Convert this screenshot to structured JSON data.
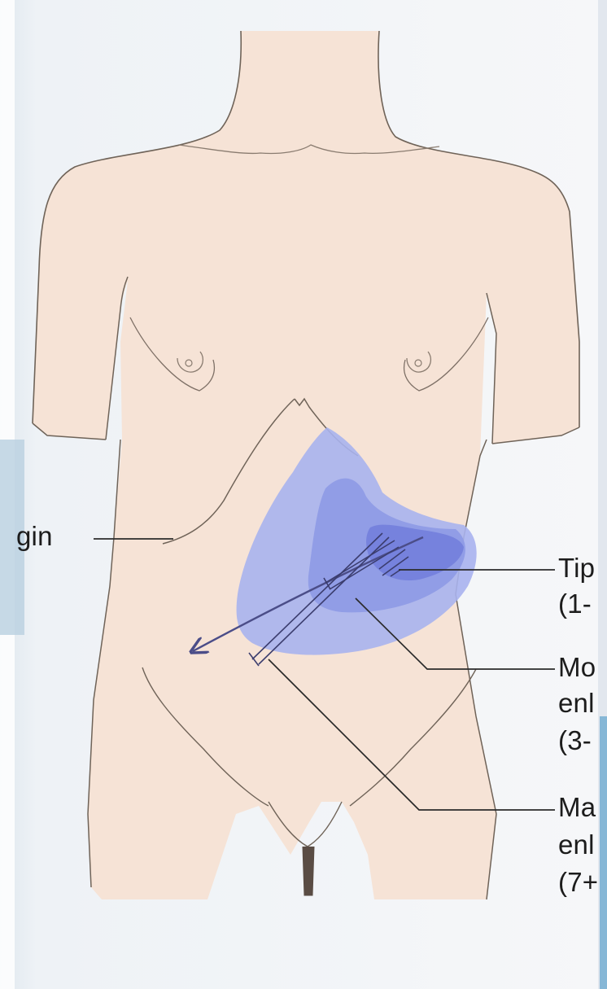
{
  "figure": {
    "labels": {
      "costal_margin": "gin",
      "tip_title": "Tip",
      "tip_range": "(1-",
      "moderate_title": "Mo",
      "moderate_line2": "enl",
      "moderate_range": "(3-",
      "massive_title": "Ma",
      "massive_line2": "enl",
      "massive_range": "(7+"
    },
    "colors": {
      "skin": "#f6e3d6",
      "outline": "#6f6358",
      "spleen_light": "#a9b3ee",
      "spleen_mid": "#8e9ae6",
      "spleen_dark": "#7581dc",
      "arrow": "#4b4d88",
      "leader": "#2b2b2b",
      "background": "#f3f5f8"
    }
  }
}
